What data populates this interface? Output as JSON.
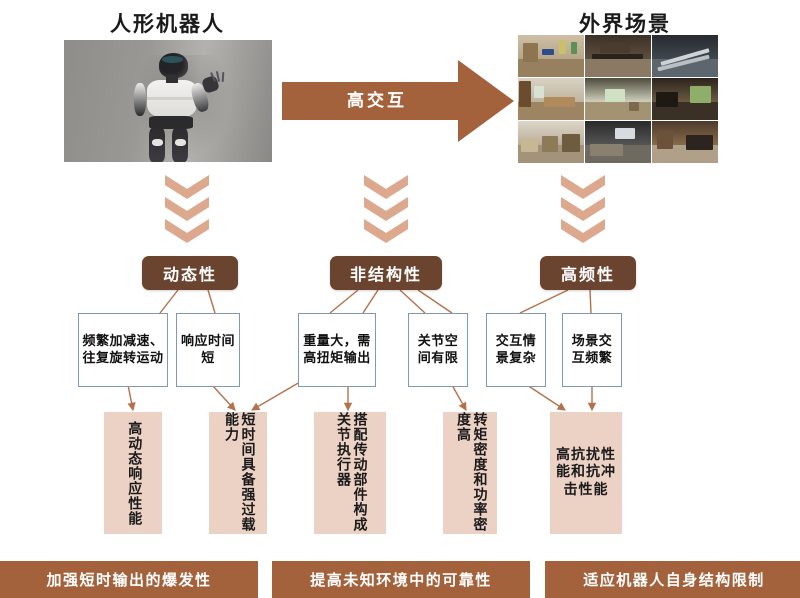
{
  "header": {
    "left_title": "人形机器人",
    "right_title": "外界场景",
    "arrow_label": "高交互"
  },
  "images": {
    "robot_alt": "humanoid-robot-photo",
    "scene_alt": "indoor-scene-grid-photo"
  },
  "categories": [
    {
      "id": "dynamic",
      "label": "动态性"
    },
    {
      "id": "unstructured",
      "label": "非结构性"
    },
    {
      "id": "high-frequency",
      "label": "高频性"
    }
  ],
  "factors": [
    {
      "id": "f1",
      "text": "频繁加减速、往复旋转运动"
    },
    {
      "id": "f2",
      "text": "响应时间短"
    },
    {
      "id": "f3",
      "text": "重量大，需高扭矩输出"
    },
    {
      "id": "f4",
      "text": "关节空间有限"
    },
    {
      "id": "f5",
      "text": "交互情景复杂"
    },
    {
      "id": "f6",
      "text": "场景交互频繁"
    }
  ],
  "requirements": [
    {
      "id": "r1",
      "text": "高动态响应性能",
      "orientation": "vertical"
    },
    {
      "id": "r2",
      "text": "短时间具备强过载能力",
      "orientation": "vertical"
    },
    {
      "id": "r3",
      "text": "搭配传动部件构成关节执行器",
      "orientation": "vertical"
    },
    {
      "id": "r4",
      "text": "转矩密度和功率密度高",
      "orientation": "vertical"
    },
    {
      "id": "r5",
      "text": "高抗扰性能和抗冲击性能",
      "orientation": "horizontal"
    }
  ],
  "conclusions": [
    {
      "id": "c1",
      "text": "加强短时输出的爆发性"
    },
    {
      "id": "c2",
      "text": "提高未知环境中的可靠性"
    },
    {
      "id": "c3",
      "text": "适应机器人自身结构限制"
    }
  ],
  "colors": {
    "brown_dark": "#6B4430",
    "brown_mid": "#A4623C",
    "salmon": "#DCA98E",
    "pink_fill": "#EBD2C4",
    "box_border": "#7d9ab0",
    "connector": "#B5714A"
  }
}
